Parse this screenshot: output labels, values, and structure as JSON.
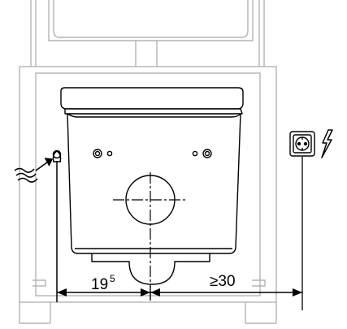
{
  "dimensions": {
    "left_main": "19",
    "left_sup": "5",
    "right": "≥30"
  },
  "colors": {
    "frame_stroke": "#b3b3b3",
    "toilet_stroke": "#000000",
    "background": "#ffffff"
  },
  "icons": {
    "water_supply": "water-supply-icon",
    "power_socket": "power-socket-icon",
    "electricity": "lightning-bolt-icon"
  }
}
